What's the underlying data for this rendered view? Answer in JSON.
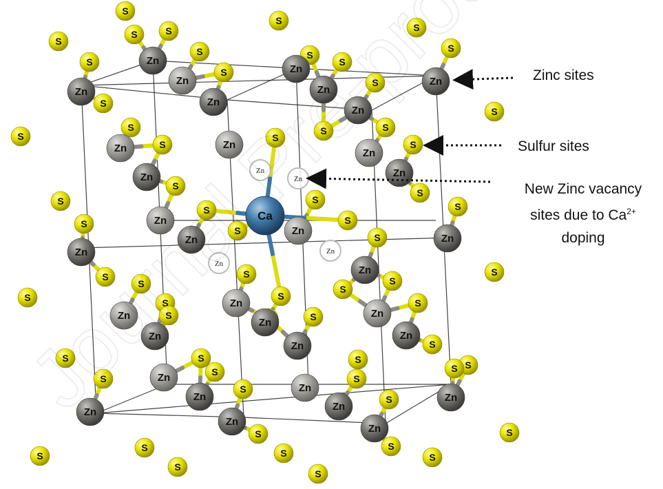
{
  "atoms": {
    "zinc_symbol": "Zn",
    "sulfur_symbol": "S",
    "dopant_symbol": "Ca",
    "vacancy_symbol": "Zn"
  },
  "annotations": {
    "zinc_sites": "Zinc sites",
    "sulfur_sites": "Sulfur sites",
    "vacancy_line1": "New Zinc vacancy",
    "vacancy_line2_text": "sites due to Ca",
    "vacancy_line2_sup": "2+",
    "vacancy_line3": "doping"
  },
  "watermark": {
    "text": "Journal Pre-proof"
  },
  "colors": {
    "zinc": "#6e6c68",
    "zinc_light": "#9a9894",
    "sulfur": "#e3e000",
    "sulfur_bond": "#dedc10",
    "zinc_bond": "#8d8b87",
    "calcium": "#3f78a8",
    "cell_edge": "#222222"
  }
}
